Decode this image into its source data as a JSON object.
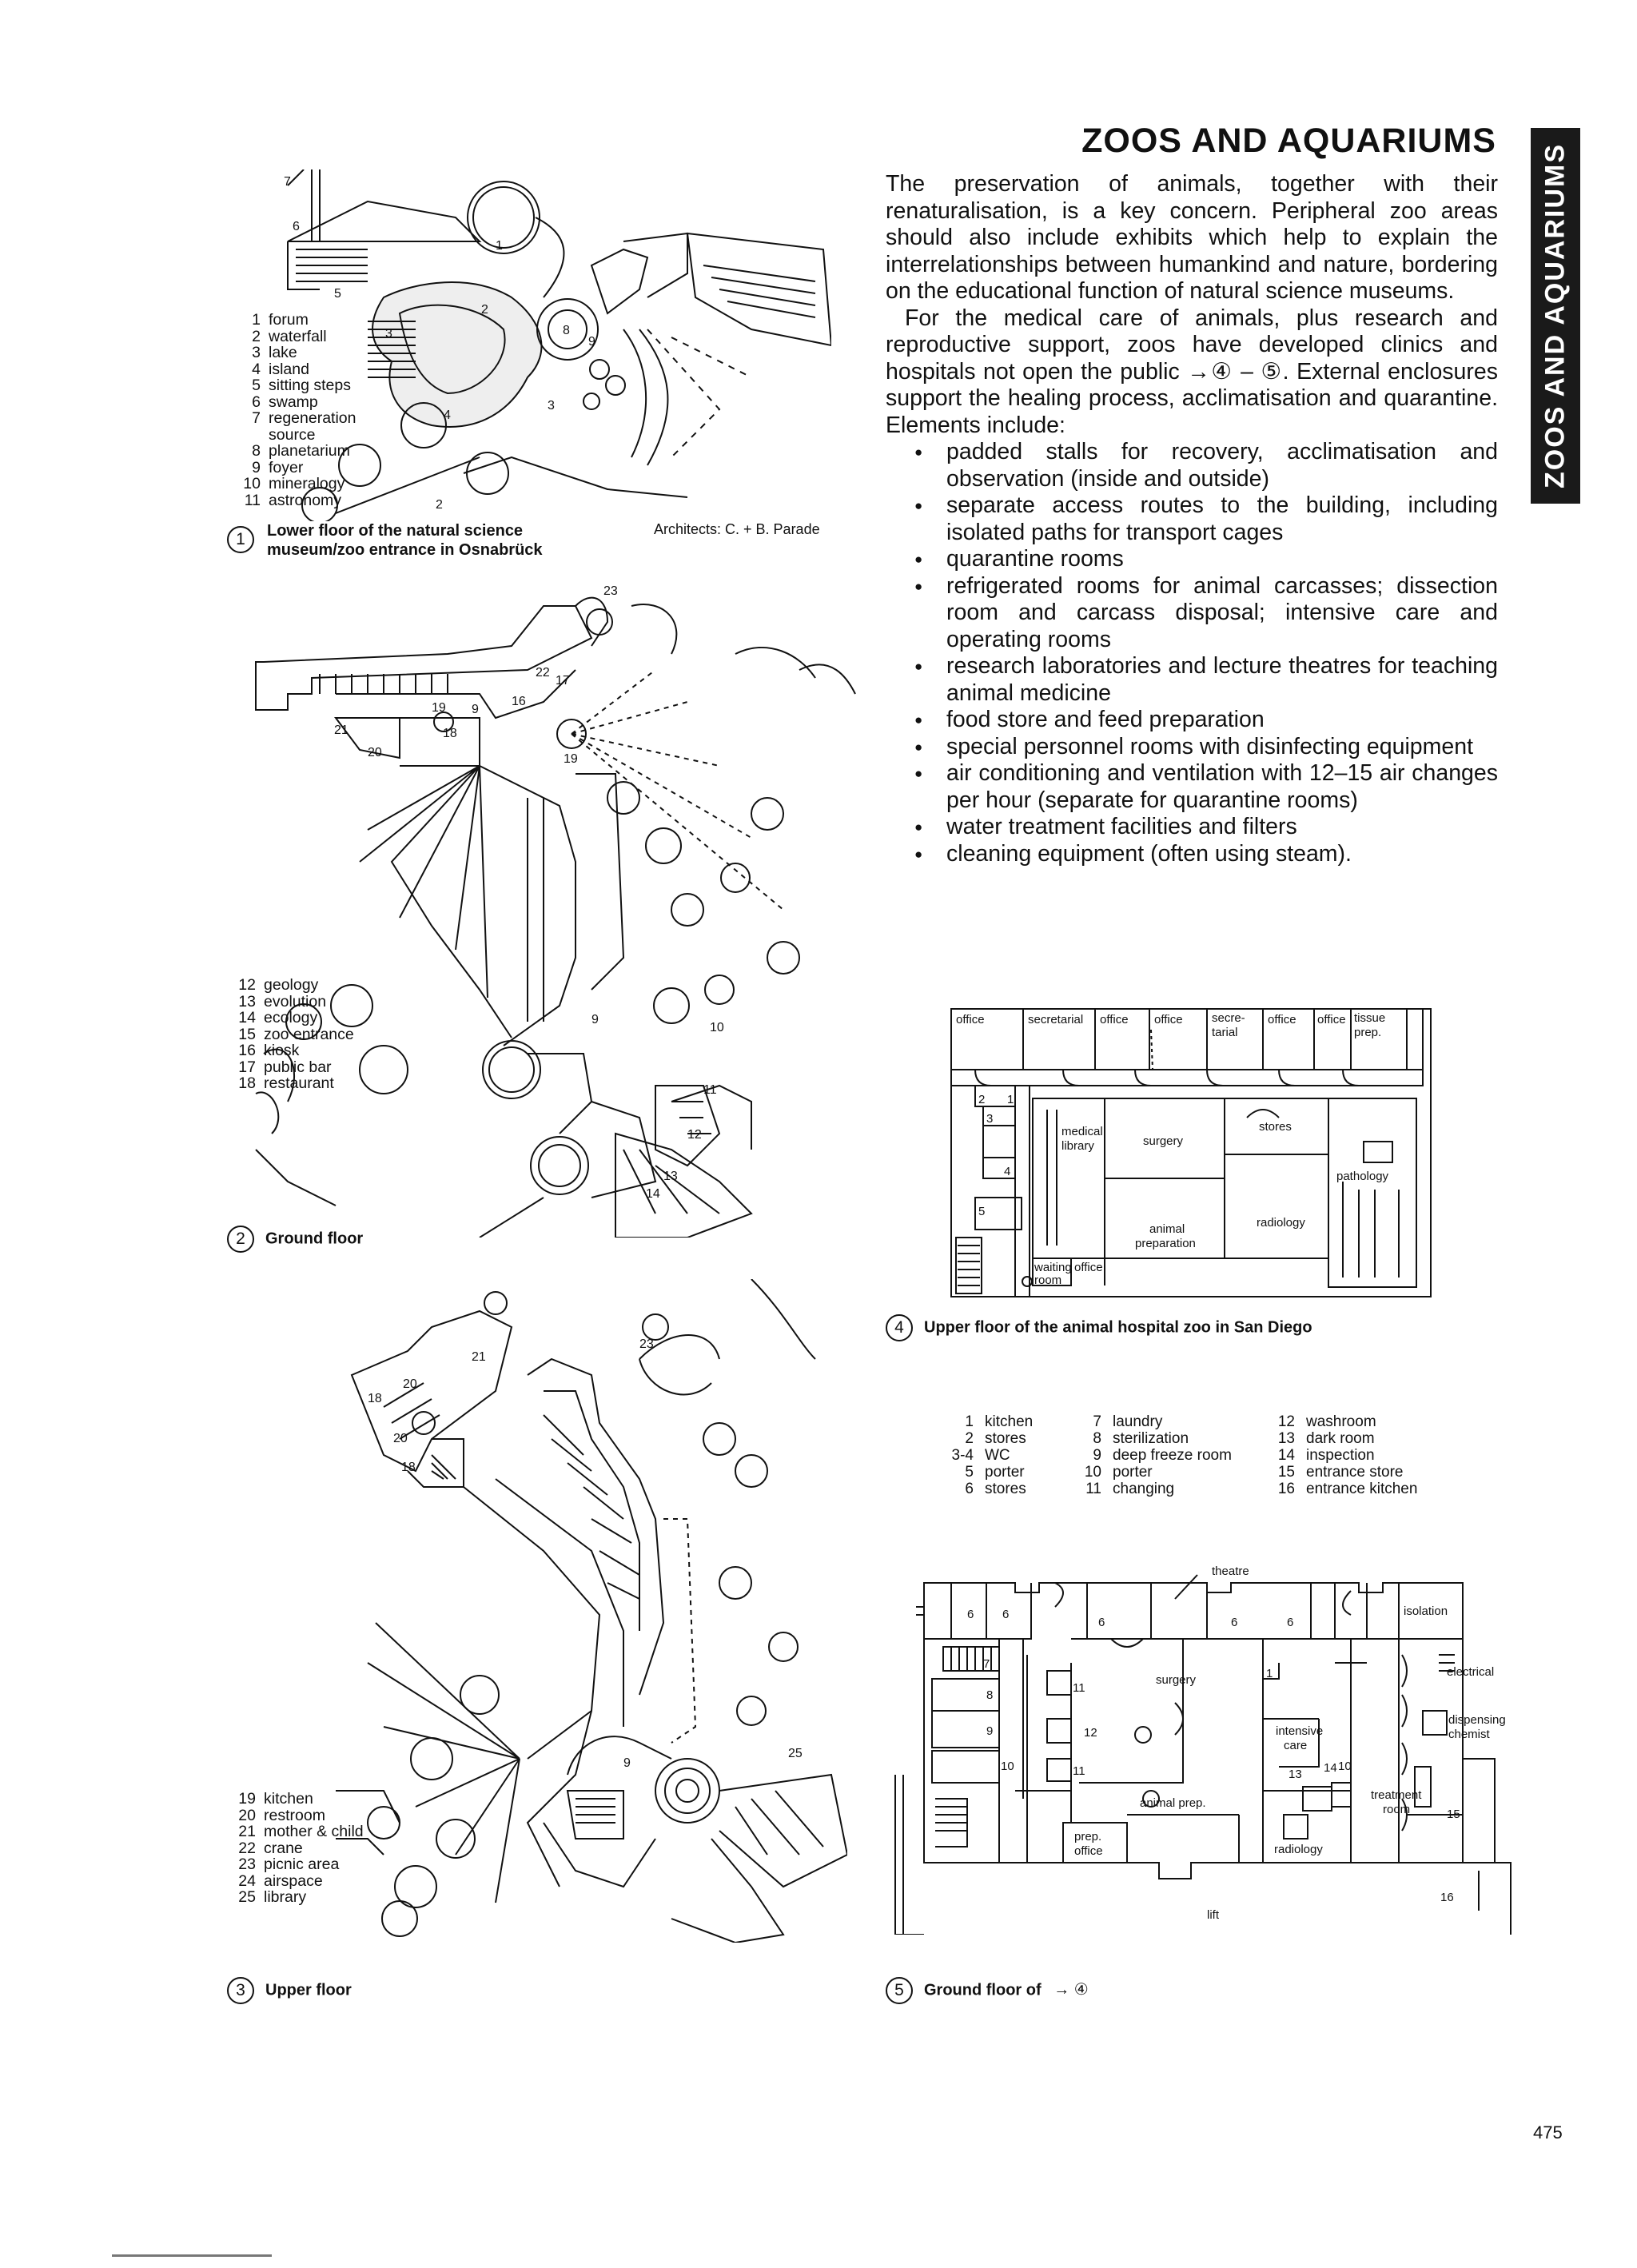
{
  "header": {
    "title": "ZOOS AND AQUARIUMS",
    "side_tab": "ZOOS AND AQUARIUMS"
  },
  "body": {
    "para1": "The preservation of animals, together with their renaturalisation, is a key concern. Peripheral zoo areas should also include exhibits which help to explain the interrelationships between humankind and nature, bordering on the educational function of natural science museums.",
    "para2_start": "For the medical care of animals, plus research and reproductive support, zoos have developed clinics and hospitals not open the public",
    "para2_ref": "→④ – ⑤",
    "para2_end": ". External enclosures support the healing process, acclimatisation and quarantine. Elements include:",
    "bullets": [
      "padded stalls for recovery, acclimatisation and observation (inside and outside)",
      "separate access routes to the building, including isolated paths for transport cages",
      "quarantine rooms",
      "refrigerated rooms for animal carcasses; dissection room and carcass disposal; intensive care and operating rooms",
      "research laboratories and lecture theatres for teaching animal medicine",
      "food store and feed preparation",
      "special personnel rooms with disinfecting equipment",
      "air conditioning and ventilation with 12–15 air changes per hour (separate for quarantine rooms)",
      "water treatment facilities and filters",
      "cleaning equipment (often using steam)."
    ]
  },
  "fig1": {
    "legend": [
      {
        "n": "1",
        "t": "forum"
      },
      {
        "n": "2",
        "t": "waterfall"
      },
      {
        "n": "3",
        "t": "lake"
      },
      {
        "n": "4",
        "t": "island"
      },
      {
        "n": "5",
        "t": "sitting steps"
      },
      {
        "n": "6",
        "t": "swamp"
      },
      {
        "n": "7",
        "t": "regeneration"
      },
      {
        "n": "",
        "t": "source"
      },
      {
        "n": "8",
        "t": "planetarium"
      },
      {
        "n": "9",
        "t": "foyer"
      },
      {
        "n": "10",
        "t": "mineralogy"
      },
      {
        "n": "11",
        "t": "astronomy"
      }
    ],
    "num": "1",
    "caption": "Lower floor of the natural science museum/zoo entrance in Osnabrück",
    "architects": "Architects: C. + B. Parade"
  },
  "fig2": {
    "legend": [
      {
        "n": "12",
        "t": "geology"
      },
      {
        "n": "13",
        "t": "evolution"
      },
      {
        "n": "14",
        "t": "ecology"
      },
      {
        "n": "15",
        "t": "zoo entrance"
      },
      {
        "n": "16",
        "t": "kiosk"
      },
      {
        "n": "17",
        "t": "public bar"
      },
      {
        "n": "18",
        "t": "restaurant"
      }
    ],
    "num": "2",
    "caption": "Ground floor"
  },
  "fig3": {
    "legend": [
      {
        "n": "19",
        "t": "kitchen"
      },
      {
        "n": "20",
        "t": "restroom"
      },
      {
        "n": "21",
        "t": "mother & child"
      },
      {
        "n": "22",
        "t": "crane"
      },
      {
        "n": "23",
        "t": "picnic area"
      },
      {
        "n": "24",
        "t": "airspace"
      },
      {
        "n": "25",
        "t": "library"
      }
    ],
    "num": "3",
    "caption": "Upper floor"
  },
  "fig4": {
    "num": "4",
    "caption": "Upper floor of the animal hospital zoo in San Diego",
    "rooms": {
      "office1": "office",
      "secretarial": "secretarial",
      "office2": "office",
      "office3": "office",
      "secre": "secre-",
      "tarial": "tarial",
      "office4": "office",
      "office5": "office",
      "tissue": "tissue",
      "prep": "prep.",
      "medical": "medical",
      "library": "library",
      "surgery": "surgery",
      "stores": "stores",
      "pathology": "pathology",
      "animal": "animal",
      "preparation": "preparation",
      "radiology": "radiology",
      "waiting": "waiting",
      "room": "room",
      "office6": "office",
      "n1": "1",
      "n2": "2",
      "n3": "3",
      "n4": "4",
      "n5": "5"
    }
  },
  "hospital_legend": {
    "col1": [
      {
        "n": "1",
        "t": "kitchen"
      },
      {
        "n": "2",
        "t": "stores"
      },
      {
        "n": "3-4",
        "t": "WC"
      },
      {
        "n": "5",
        "t": "porter"
      },
      {
        "n": "6",
        "t": "stores"
      }
    ],
    "col2": [
      {
        "n": "7",
        "t": "laundry"
      },
      {
        "n": "8",
        "t": "sterilization"
      },
      {
        "n": "9",
        "t": "deep freeze room"
      },
      {
        "n": "10",
        "t": "porter"
      },
      {
        "n": "11",
        "t": "changing"
      }
    ],
    "col3": [
      {
        "n": "12",
        "t": "washroom"
      },
      {
        "n": "13",
        "t": "dark room"
      },
      {
        "n": "14",
        "t": "inspection"
      },
      {
        "n": "15",
        "t": "entrance store"
      },
      {
        "n": "16",
        "t": "entrance kitchen"
      }
    ]
  },
  "fig5": {
    "num": "5",
    "caption": "Ground floor of",
    "ref": "→ ④",
    "rooms": {
      "theatre": "theatre",
      "isolation": "isolation",
      "electrical": "electrical",
      "dispensing": "dispensing",
      "chemist": "chemist",
      "surgery": "surgery",
      "intensive": "intensive",
      "care": "care",
      "animal_prep": "animal prep.",
      "radiology": "radiology",
      "treatment": "treatment",
      "room": "room",
      "prep": "prep.",
      "office": "office",
      "lift": "lift",
      "n6a": "6",
      "n6b": "6",
      "n6c": "6",
      "n6d": "6",
      "n6e": "6",
      "n7": "7",
      "n8": "8",
      "n9": "9",
      "n10": "10",
      "n11a": "11",
      "n11b": "11",
      "n12": "12",
      "n13": "13",
      "n14": "14",
      "n10b": "10",
      "n15": "15",
      "n16": "16",
      "n1": "1"
    }
  },
  "plan_labels": {
    "p1": [
      "7",
      "6",
      "5",
      "1",
      "8",
      "9",
      "2",
      "3",
      "3",
      "4",
      "2"
    ],
    "p2": [
      "23",
      "22",
      "17",
      "16",
      "19",
      "9",
      "21",
      "18",
      "20",
      "19",
      "9",
      "10",
      "11",
      "12",
      "13",
      "14"
    ],
    "p3": [
      "21",
      "20",
      "18",
      "20",
      "18",
      "23",
      "9",
      "25"
    ]
  },
  "page_number": "475"
}
